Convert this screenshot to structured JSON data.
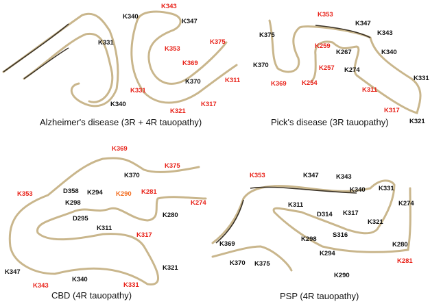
{
  "colors": {
    "highlight": "#e8231a",
    "orange": "#f26b1d",
    "normal": "#111111",
    "backbone": "#c9b68c",
    "backbone_dark": "#3a3226"
  },
  "panels": [
    {
      "title": "Alzheimer's disease (3R + 4R tauopathy)",
      "labels": [
        {
          "text": "K343",
          "color": "#e8231a"
        },
        {
          "text": "K340",
          "color": "#111111"
        },
        {
          "text": "K347",
          "color": "#111111"
        },
        {
          "text": "K331",
          "color": "#111111"
        },
        {
          "text": "K375",
          "color": "#e8231a"
        },
        {
          "text": "K353",
          "color": "#e8231a"
        },
        {
          "text": "K369",
          "color": "#e8231a"
        },
        {
          "text": "K370",
          "color": "#111111"
        },
        {
          "text": "K311",
          "color": "#e8231a"
        },
        {
          "text": "K331",
          "color": "#e8231a"
        },
        {
          "text": "K340",
          "color": "#111111"
        },
        {
          "text": "K317",
          "color": "#e8231a"
        },
        {
          "text": "K321",
          "color": "#e8231a"
        }
      ]
    },
    {
      "title": "Pick's disease (3R tauopathy)",
      "labels": [
        {
          "text": "K353",
          "color": "#e8231a"
        },
        {
          "text": "K347",
          "color": "#111111"
        },
        {
          "text": "K375",
          "color": "#111111"
        },
        {
          "text": "K343",
          "color": "#111111"
        },
        {
          "text": "K259",
          "color": "#e8231a"
        },
        {
          "text": "K267",
          "color": "#111111"
        },
        {
          "text": "K340",
          "color": "#111111"
        },
        {
          "text": "K370",
          "color": "#111111"
        },
        {
          "text": "K257",
          "color": "#e8231a"
        },
        {
          "text": "K274",
          "color": "#111111"
        },
        {
          "text": "K369",
          "color": "#e8231a"
        },
        {
          "text": "K254",
          "color": "#e8231a"
        },
        {
          "text": "K331",
          "color": "#111111"
        },
        {
          "text": "K311",
          "color": "#e8231a"
        },
        {
          "text": "K317",
          "color": "#e8231a"
        },
        {
          "text": "K321",
          "color": "#111111"
        }
      ]
    },
    {
      "title": "CBD (4R tauopathy)",
      "labels": [
        {
          "text": "K369",
          "color": "#e8231a"
        },
        {
          "text": "K375",
          "color": "#e8231a"
        },
        {
          "text": "K370",
          "color": "#111111"
        },
        {
          "text": "K353",
          "color": "#e8231a"
        },
        {
          "text": "D358",
          "color": "#111111"
        },
        {
          "text": "K294",
          "color": "#111111"
        },
        {
          "text": "K290",
          "color": "#f26b1d"
        },
        {
          "text": "K281",
          "color": "#e8231a"
        },
        {
          "text": "K298",
          "color": "#111111"
        },
        {
          "text": "K274",
          "color": "#e8231a"
        },
        {
          "text": "D295",
          "color": "#111111"
        },
        {
          "text": "K280",
          "color": "#111111"
        },
        {
          "text": "K311",
          "color": "#111111"
        },
        {
          "text": "K317",
          "color": "#e8231a"
        },
        {
          "text": "K321",
          "color": "#111111"
        },
        {
          "text": "K347",
          "color": "#111111"
        },
        {
          "text": "K340",
          "color": "#111111"
        },
        {
          "text": "K343",
          "color": "#e8231a"
        },
        {
          "text": "K331",
          "color": "#e8231a"
        }
      ]
    },
    {
      "title": "PSP (4R tauopathy)",
      "labels": [
        {
          "text": "K353",
          "color": "#e8231a"
        },
        {
          "text": "K347",
          "color": "#111111"
        },
        {
          "text": "K343",
          "color": "#111111"
        },
        {
          "text": "K340",
          "color": "#111111"
        },
        {
          "text": "K331",
          "color": "#111111"
        },
        {
          "text": "K274",
          "color": "#111111"
        },
        {
          "text": "K311",
          "color": "#111111"
        },
        {
          "text": "D314",
          "color": "#111111"
        },
        {
          "text": "K317",
          "color": "#111111"
        },
        {
          "text": "K321",
          "color": "#111111"
        },
        {
          "text": "S316",
          "color": "#111111"
        },
        {
          "text": "K298",
          "color": "#111111"
        },
        {
          "text": "K369",
          "color": "#111111"
        },
        {
          "text": "K280",
          "color": "#111111"
        },
        {
          "text": "K294",
          "color": "#111111"
        },
        {
          "text": "K370",
          "color": "#111111"
        },
        {
          "text": "K375",
          "color": "#111111"
        },
        {
          "text": "K281",
          "color": "#e8231a"
        },
        {
          "text": "K290",
          "color": "#111111"
        }
      ]
    }
  ]
}
